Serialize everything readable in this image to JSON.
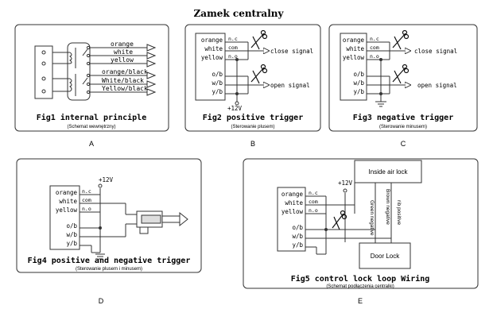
{
  "title": "Zamek centralny",
  "panelA": {
    "wires": [
      "orange",
      "white",
      "yellow",
      "orange/black",
      "White/black",
      "Yellow/black"
    ],
    "caption": "Fig1 internal principle",
    "subcaption": "(Schemat wewnętrzny)",
    "letter": "A"
  },
  "panelB": {
    "wire_labels": [
      "orange",
      "white",
      "yellow",
      "o/b",
      "w/b",
      "y/b"
    ],
    "terms": [
      "n.c",
      "com",
      "n.o"
    ],
    "close_label": "close signal",
    "open_label": "open signal",
    "supply": "+12V",
    "caption": "Fig2 positive trigger",
    "subcaption": "(Sterowanie plusem)",
    "letter": "B"
  },
  "panelC": {
    "wire_labels": [
      "orange",
      "white",
      "yellow",
      "o/b",
      "w/b",
      "y/b"
    ],
    "terms": [
      "n.c",
      "com",
      "n.o"
    ],
    "close_label": "close signal",
    "open_label": "open signal",
    "caption": "Fig3 negative trigger",
    "subcaption": "(Sterowanie minusem)",
    "letter": "C"
  },
  "panelD": {
    "wire_labels": [
      "orange",
      "white",
      "yellow",
      "o/b",
      "w/b",
      "y/b"
    ],
    "terms": [
      "n.c",
      "com",
      "n.o"
    ],
    "supply": "+12V",
    "caption": "Fig4 positive and negative trigger",
    "subcaption": "(Sterowanie plusem i minusem)",
    "letter": "D"
  },
  "panelE": {
    "wire_labels": [
      "orange",
      "white",
      "yellow",
      "o/b",
      "w/b",
      "y/b"
    ],
    "terms": [
      "n.c",
      "com",
      "n.o"
    ],
    "supply": "+12V",
    "inside_lock": "Inside air lock",
    "door_lock": "Door Lock",
    "vertical_labels": [
      "Green negative",
      "Brown negative",
      "rib positive"
    ],
    "caption": "Fig5 control lock loop Wiring",
    "subcaption": "(Schemat podłączenia centralki)",
    "letter": "E"
  }
}
